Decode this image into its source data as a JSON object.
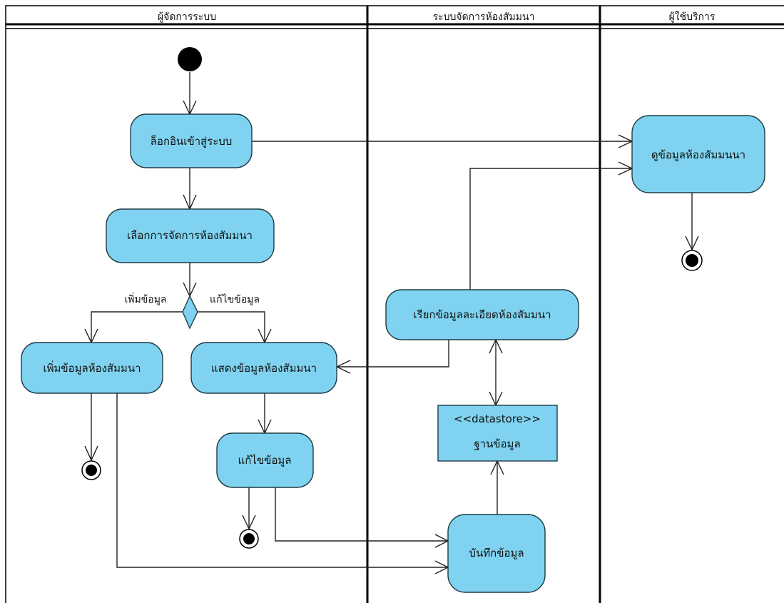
{
  "colors": {
    "activity_fill": "#7fd3f0",
    "activity_stroke": "#1f3b47",
    "line": "#222222",
    "node_black": "#000000",
    "background": "#ffffff"
  },
  "lanes": [
    {
      "label": "ผู้จัดการระบบ"
    },
    {
      "label": "ระบบจัดการห้องสัมมนา"
    },
    {
      "label": "ผู้ใช้บริการ"
    }
  ],
  "activities": {
    "login": "ล็อกอินเข้าสู่ระบบ",
    "select_manage": "เลือกการจัดการห้องสัมมนา",
    "add_room": "เพิ่มข้อมูลห้องสัมมนา",
    "show_room": "แสดงข้อมูลห้องสัมมนา",
    "edit": "แก้ไขข้อมูล",
    "fetch_detail": "เรียกข้อมูลละเอียดห้องสัมมนา",
    "save": "บันทึกข้อมูล",
    "view_room": "ดูข้อมูลห้องสัมมนนา"
  },
  "datastore": {
    "stereotype": "<<datastore>>",
    "name": "ฐานข้อมูล"
  },
  "guards": {
    "add": "เพิ่มข้อมูล",
    "edit": "แก้ไขข้อมูล"
  }
}
